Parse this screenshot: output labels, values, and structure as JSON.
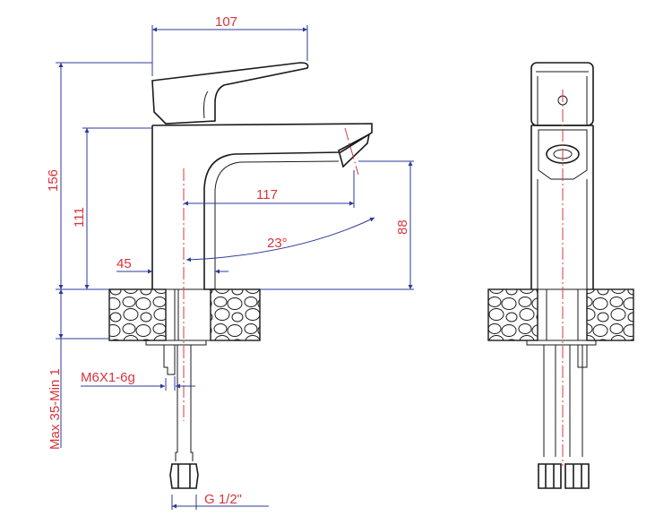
{
  "dimensions": {
    "handle_reach": "107",
    "total_height": "156",
    "spout_height": "111",
    "spout_reach": "117",
    "aerator_height": "88",
    "swivel_angle": "23°",
    "body_width": "45",
    "counter_thickness": "Max 35-Min 1",
    "stud_thread": "M6X1-6g",
    "hose_thread": "G 1/2\""
  },
  "colors": {
    "dimension": "#2c3a98",
    "label": "#d9343b",
    "outline": "#1a1a1a"
  }
}
